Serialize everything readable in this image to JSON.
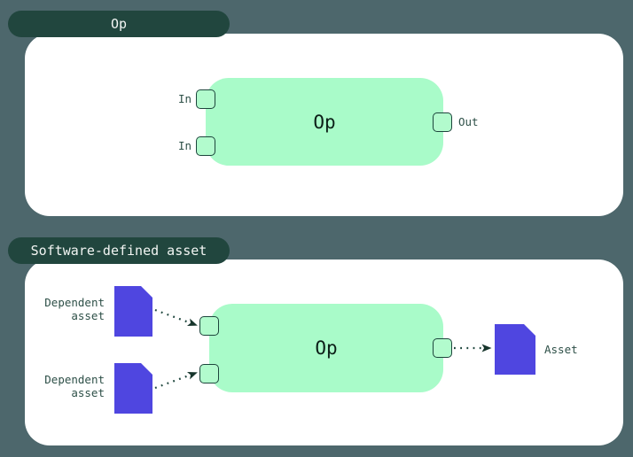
{
  "colors": {
    "page-bg": "#4d676c",
    "panel-bg": "#ffffff",
    "tab-bg": "#21463e",
    "tab-text": "#f2f5f3",
    "node-green": "#a9fbc9",
    "port-green": "#b2fbcd",
    "outline-dark": "#1d453c",
    "label-text": "#2e5048",
    "node-text": "#0c1f18",
    "asset-purple": "#4f46e0"
  },
  "op_section": {
    "tab_label": "Op",
    "node_label": "Op",
    "input_labels": [
      "In",
      "In"
    ],
    "output_label": "Out"
  },
  "sda_section": {
    "tab_label": "Software-defined asset",
    "node_label": "Op",
    "dependent_asset_labels": [
      "Dependent asset",
      "Dependent asset"
    ],
    "output_asset_label": "Asset"
  }
}
